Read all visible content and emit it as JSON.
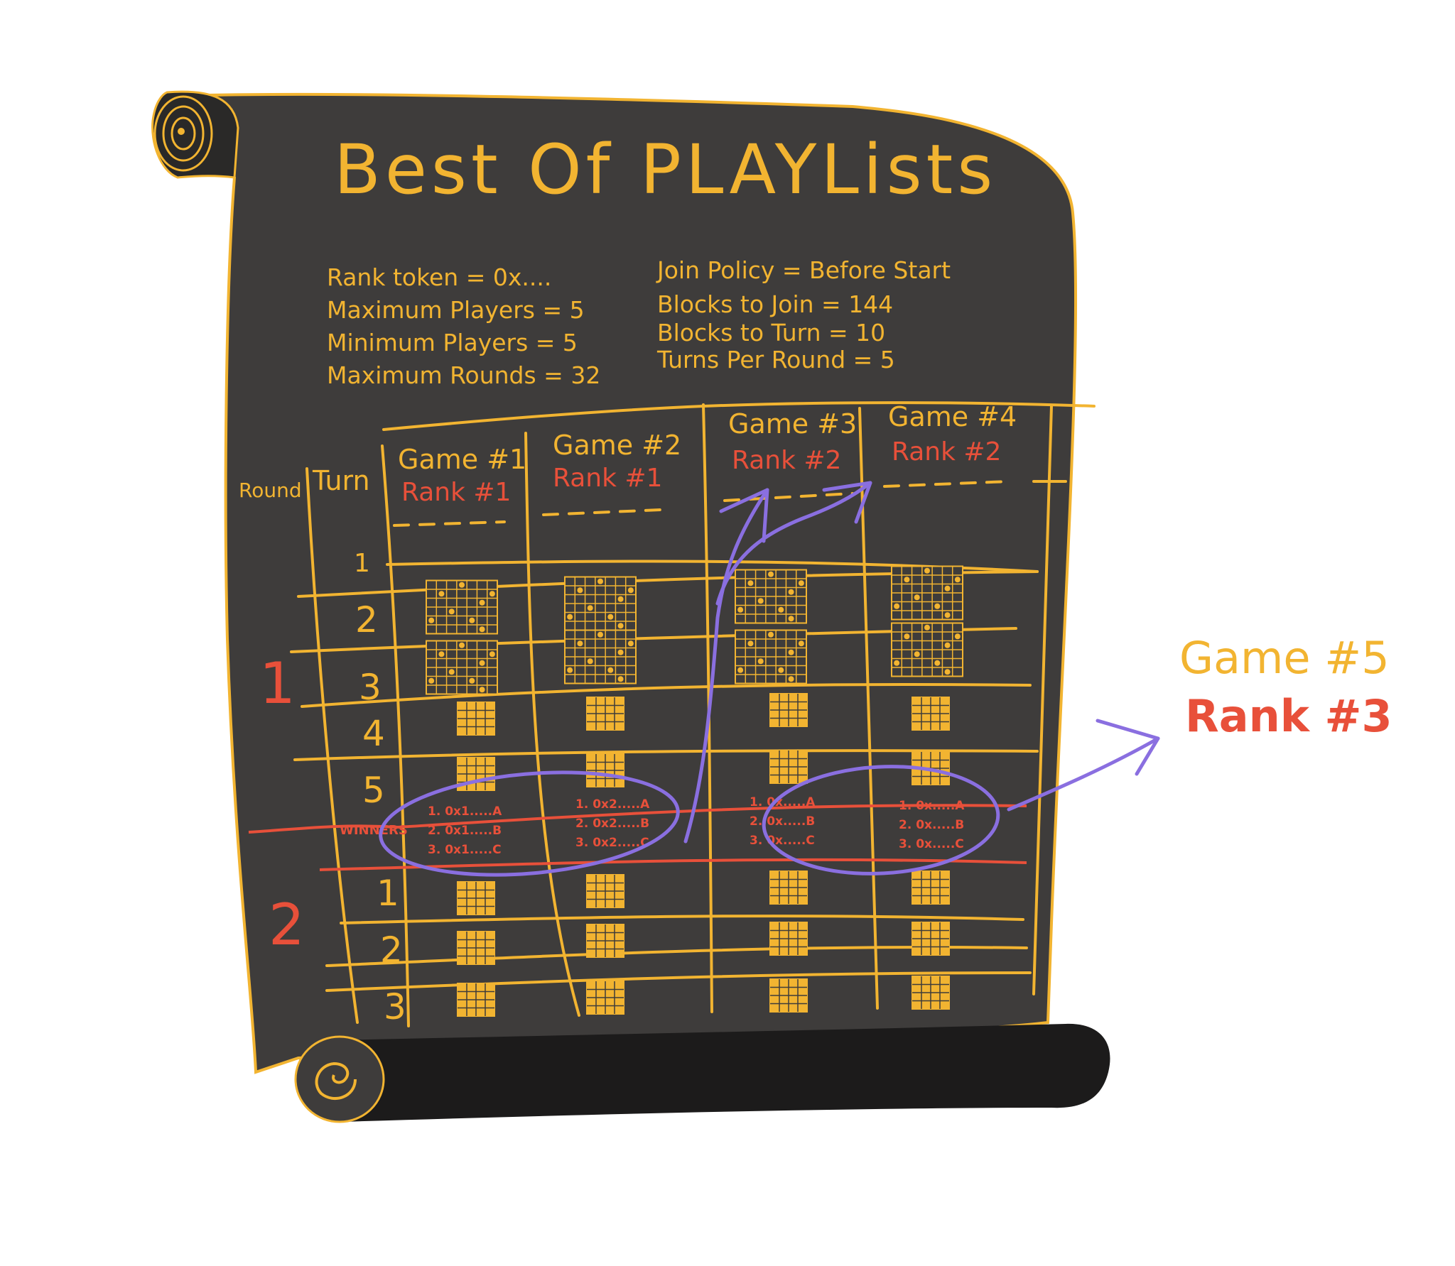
{
  "title": "Best Of PLAYLists",
  "params_left": [
    "Rank token = 0x....",
    "Maximum Players = 5",
    "Minimum Players = 5",
    "Maximum Rounds = 32"
  ],
  "params_right": [
    "Join Policy = Before Start",
    "Blocks to Join = 144",
    "Blocks to Turn = 10",
    "Turns Per Round = 5"
  ],
  "table": {
    "round_header": "Round",
    "turn_header": "Turn",
    "games": [
      {
        "name": "Game #1",
        "rank": "Rank #1"
      },
      {
        "name": "Game #2",
        "rank": "Rank #1"
      },
      {
        "name": "Game #3",
        "rank": "Rank #2"
      },
      {
        "name": "Game #4",
        "rank": "Rank #2"
      }
    ],
    "rounds": [
      {
        "label": "1",
        "turns": [
          "1",
          "2",
          "3",
          "4",
          "5"
        ]
      },
      {
        "label": "2",
        "turns": [
          "1",
          "2",
          "3"
        ]
      }
    ],
    "winners_label": "WINNERS",
    "winners": [
      [
        "1. 0x1.....A",
        "2. 0x1.....B",
        "3. 0x1.....C"
      ],
      [
        "1. 0x2.....A",
        "2. 0x2.....B",
        "3. 0x2.....C"
      ],
      [
        "1. 0x.....A",
        "2. 0x.....B",
        "3. 0x.....C"
      ],
      [
        "1. 0x.....A",
        "2. 0x.....B",
        "3. 0x.....C"
      ]
    ]
  },
  "promotion": {
    "name": "Game #5",
    "rank": "Rank #3"
  },
  "colors": {
    "scroll": "#3e3c3b",
    "outline": "#f2b431",
    "gold": "#f2b431",
    "red": "#e8503a",
    "purple": "#8a6fe0",
    "roll": "#1c1b1b"
  }
}
